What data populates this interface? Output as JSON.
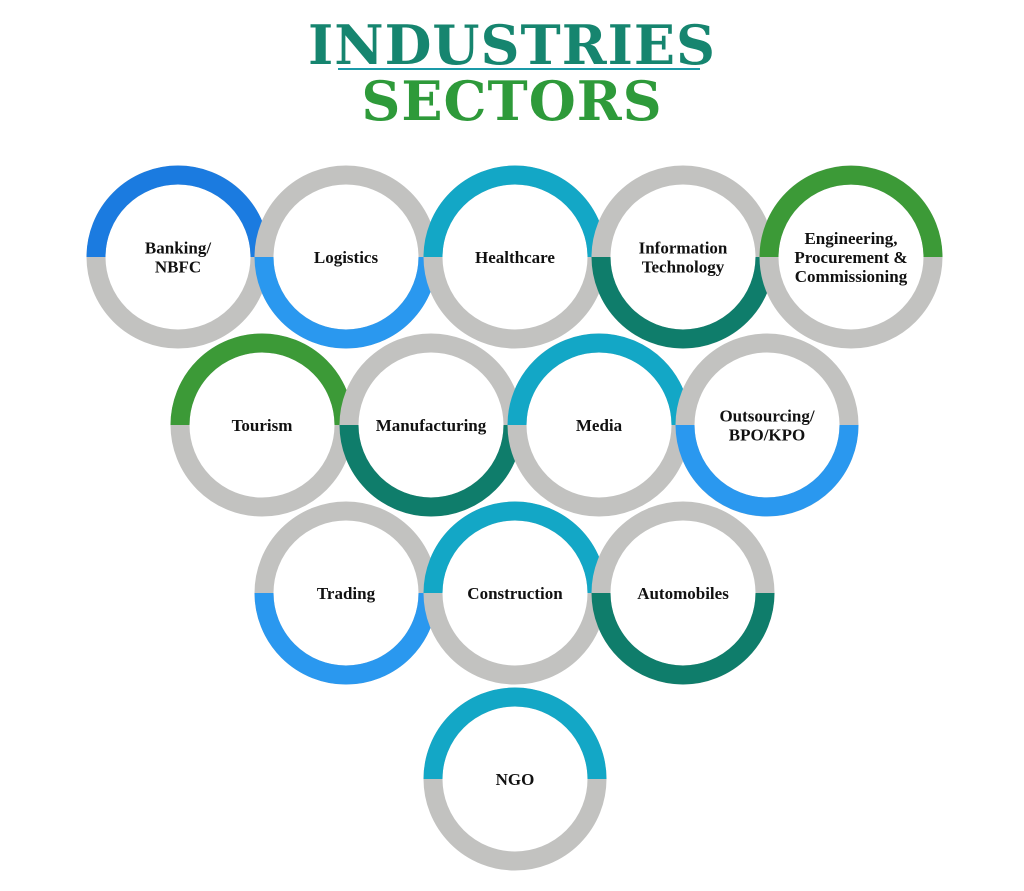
{
  "header": {
    "title_line1": "INDUSTRIES",
    "title_line2": "SECTORS"
  },
  "colors": {
    "title_line1": "#16856f",
    "title_line2": "#2e9a3a",
    "ring_base": "#c2c2c0",
    "blue_dark": "#1b7be0",
    "blue_light": "#2a98ef",
    "cyan": "#13a7c6",
    "teal": "#0f7d6b",
    "green": "#3c9a37"
  },
  "sectors": [
    {
      "label": [
        "Banking/",
        "NBFC"
      ],
      "accent": "blue_dark",
      "half": "top"
    },
    {
      "label": [
        "Logistics"
      ],
      "accent": "blue_light",
      "half": "bottom"
    },
    {
      "label": [
        "Healthcare"
      ],
      "accent": "cyan",
      "half": "top"
    },
    {
      "label": [
        "Information",
        "Technology"
      ],
      "accent": "teal",
      "half": "bottom"
    },
    {
      "label": [
        "Engineering,",
        "Procurement &",
        "Commissioning"
      ],
      "accent": "green",
      "half": "top"
    },
    {
      "label": [
        "Tourism"
      ],
      "accent": "green",
      "half": "top"
    },
    {
      "label": [
        "Manufacturing"
      ],
      "accent": "teal",
      "half": "bottom"
    },
    {
      "label": [
        "Media"
      ],
      "accent": "cyan",
      "half": "top"
    },
    {
      "label": [
        "Outsourcing/",
        "BPO/KPO"
      ],
      "accent": "blue_light",
      "half": "bottom"
    },
    {
      "label": [
        "Trading"
      ],
      "accent": "blue_light",
      "half": "bottom"
    },
    {
      "label": [
        "Construction"
      ],
      "accent": "cyan",
      "half": "top"
    },
    {
      "label": [
        "Automobiles"
      ],
      "accent": "teal",
      "half": "bottom"
    },
    {
      "label": [
        "NGO"
      ],
      "accent": "cyan",
      "half": "top"
    }
  ]
}
